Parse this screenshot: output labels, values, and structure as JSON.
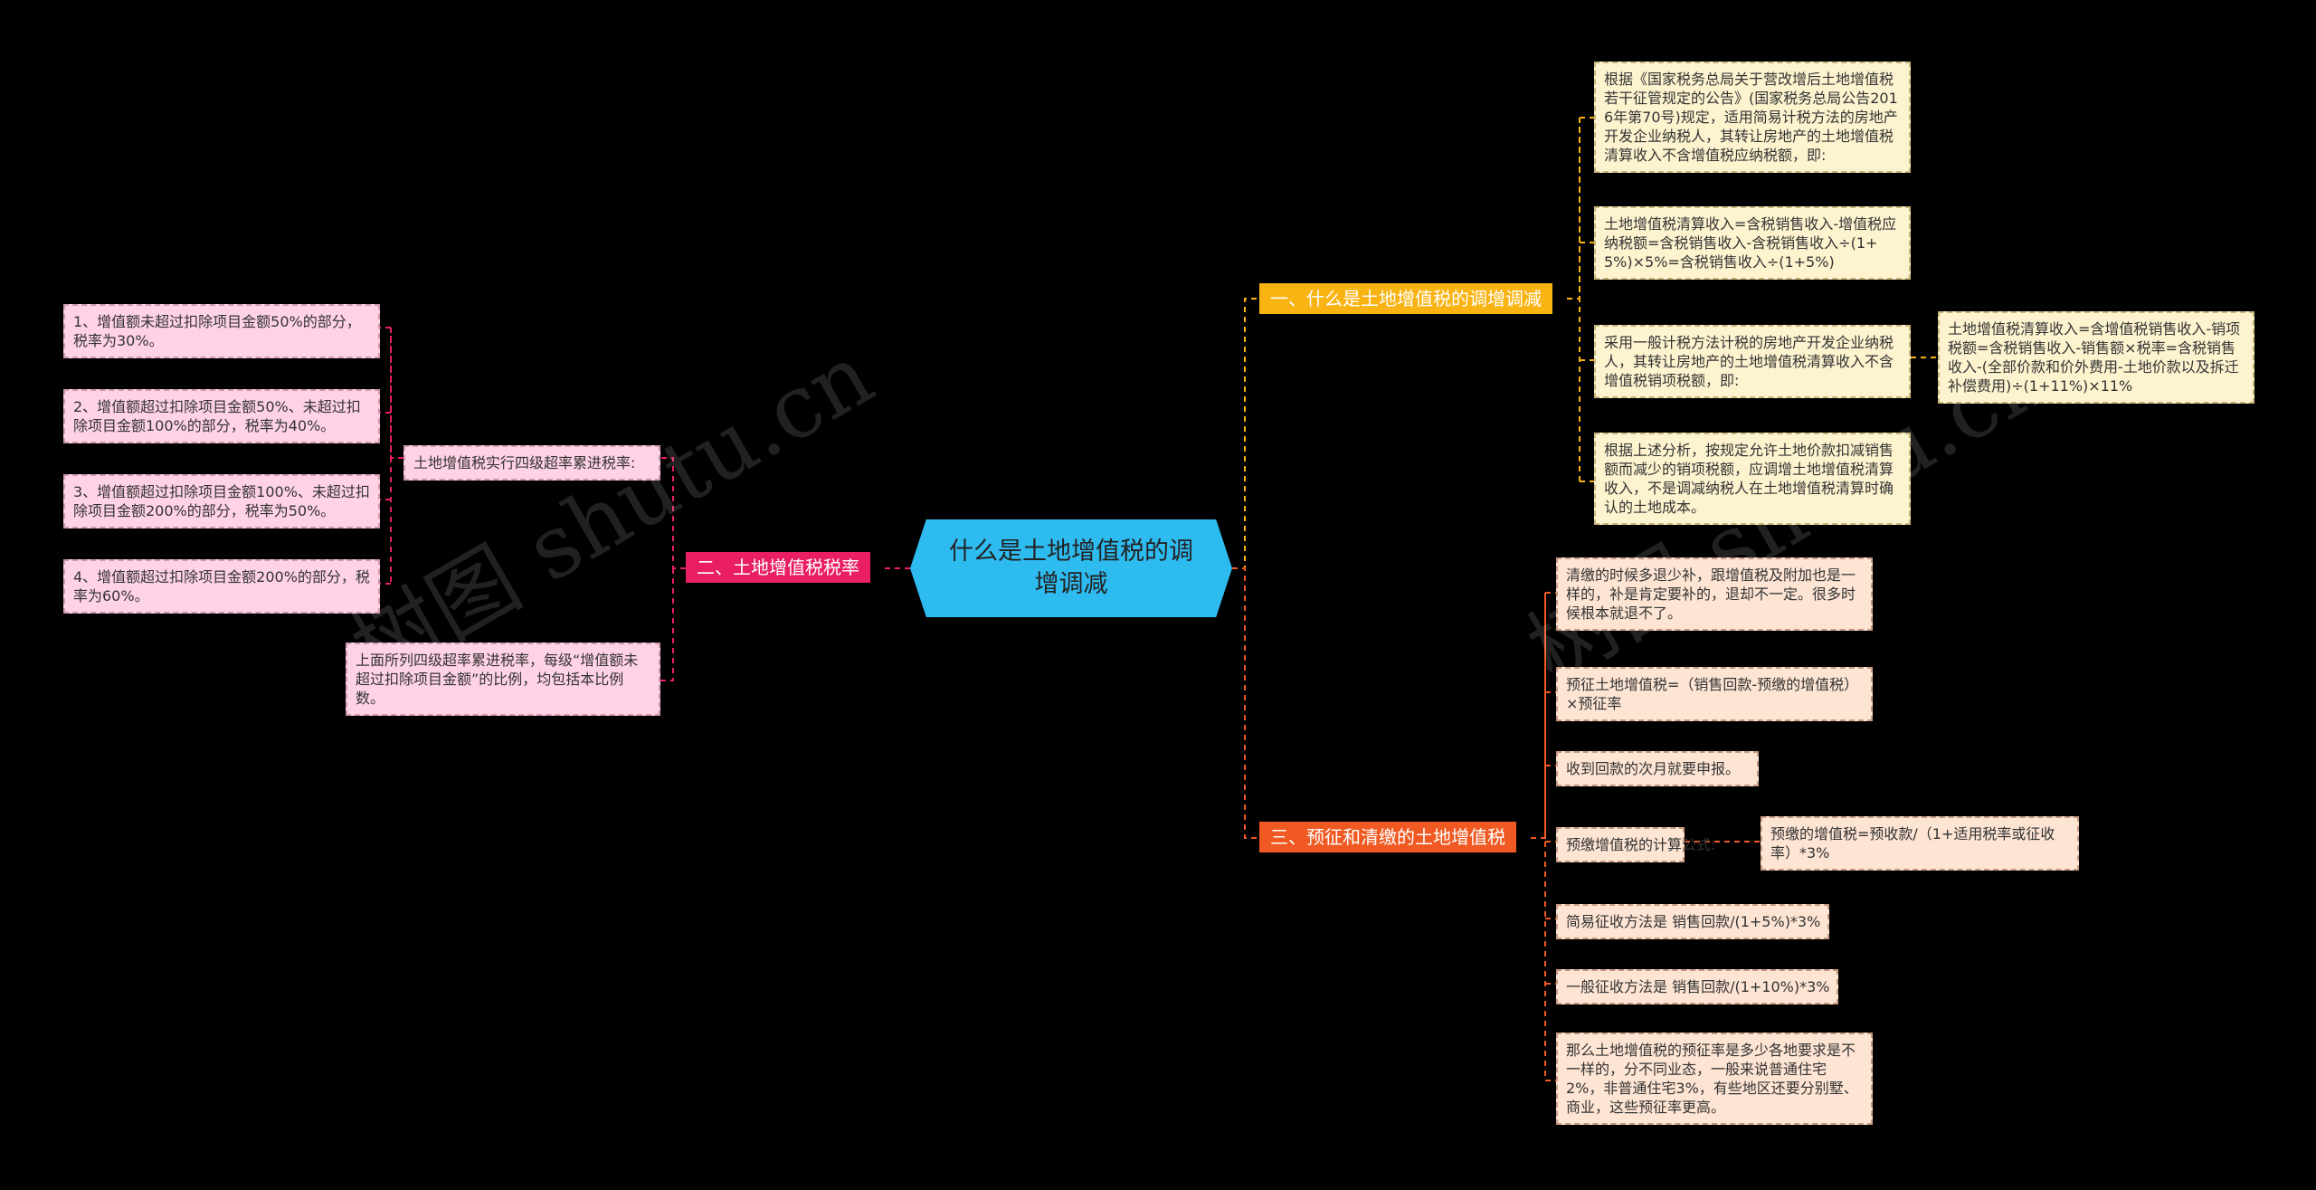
{
  "root": {
    "title": "什么是土地增值税的调增调减"
  },
  "watermarks": [
    "树图 shutu.cn",
    "树图 shutu.cn"
  ],
  "branch1": {
    "label": "一、什么是土地增值税的调增调减",
    "items": [
      "根据《国家税务总局关于营改增后土地增值税若干征管规定的公告》(国家税务总局公告2016年第70号)规定，适用简易计税方法的房地产开发企业纳税人，其转让房地产的土地增值税清算收入不含增值税应纳税额，即:",
      "土地增值税清算收入=含税销售收入-增值税应纳税额=含税销售收入-含税销售收入÷(1+5%)×5%=含税销售收入÷(1+5%)",
      "采用一般计税方法计税的房地产开发企业纳税人，其转让房地产的土地增值税清算收入不含增值税销项税额，即:",
      "根据上述分析，按规定允许土地价款扣减销售额而减少的销项税额，应调增土地增值税清算收入，不是调减纳税人在土地增值税清算时确认的土地成本。"
    ],
    "sub": "土地增值税清算收入=含增值税销售收入-销项税额=含税销售收入-销售额×税率=含税销售收入-(全部价款和价外费用-土地价款以及拆迁补偿费用)÷(1+11%)×11%"
  },
  "branch2": {
    "label": "二、土地增值税税率",
    "mid1": "土地增值税实行四级超率累进税率:",
    "mid2": "上面所列四级超率累进税率，每级“增值额未超过扣除项目金额”的比例，均包括本比例数。",
    "items": [
      "1、增值额未超过扣除项目金额50%的部分，税率为30%。",
      "2、增值额超过扣除项目金额50%、未超过扣除项目金额100%的部分，税率为40%。",
      "3、增值额超过扣除项目金额100%、未超过扣除项目金额200%的部分，税率为50%。",
      "4、增值额超过扣除项目金额200%的部分，税率为60%。"
    ]
  },
  "branch3": {
    "label": "三、预征和清缴的土地增值税",
    "items": [
      "清缴的时候多退少补，跟增值税及附加也是一样的，补是肯定要补的，退却不一定。很多时候根本就退不了。",
      "预征土地增值税=（销售回款-预缴的增值税）×预征率",
      "收到回款的次月就要申报。",
      "预缴增值税的计算公式:",
      "简易征收方法是 销售回款/(1+5%)*3%",
      "一般征收方法是 销售回款/(1+10%)*3%",
      "那么土地增值税的预征率是多少各地要求是不一样的，分不同业态，一般来说普通住宅2%，非普通住宅3%，有些地区还要分别墅、商业，这些预征率更高。"
    ],
    "sub": "预缴的增值税=预收款/（1+适用税率或征收率）*3%"
  },
  "colors": {
    "background": "#000000",
    "root": "#2ebbf0",
    "branch1": "#f9b313",
    "branch2": "#e91e63",
    "branch3": "#f05a22",
    "node_yellow": "#fdf3cf",
    "node_orange": "#fde4d3",
    "node_pink": "#ffd2e6"
  }
}
